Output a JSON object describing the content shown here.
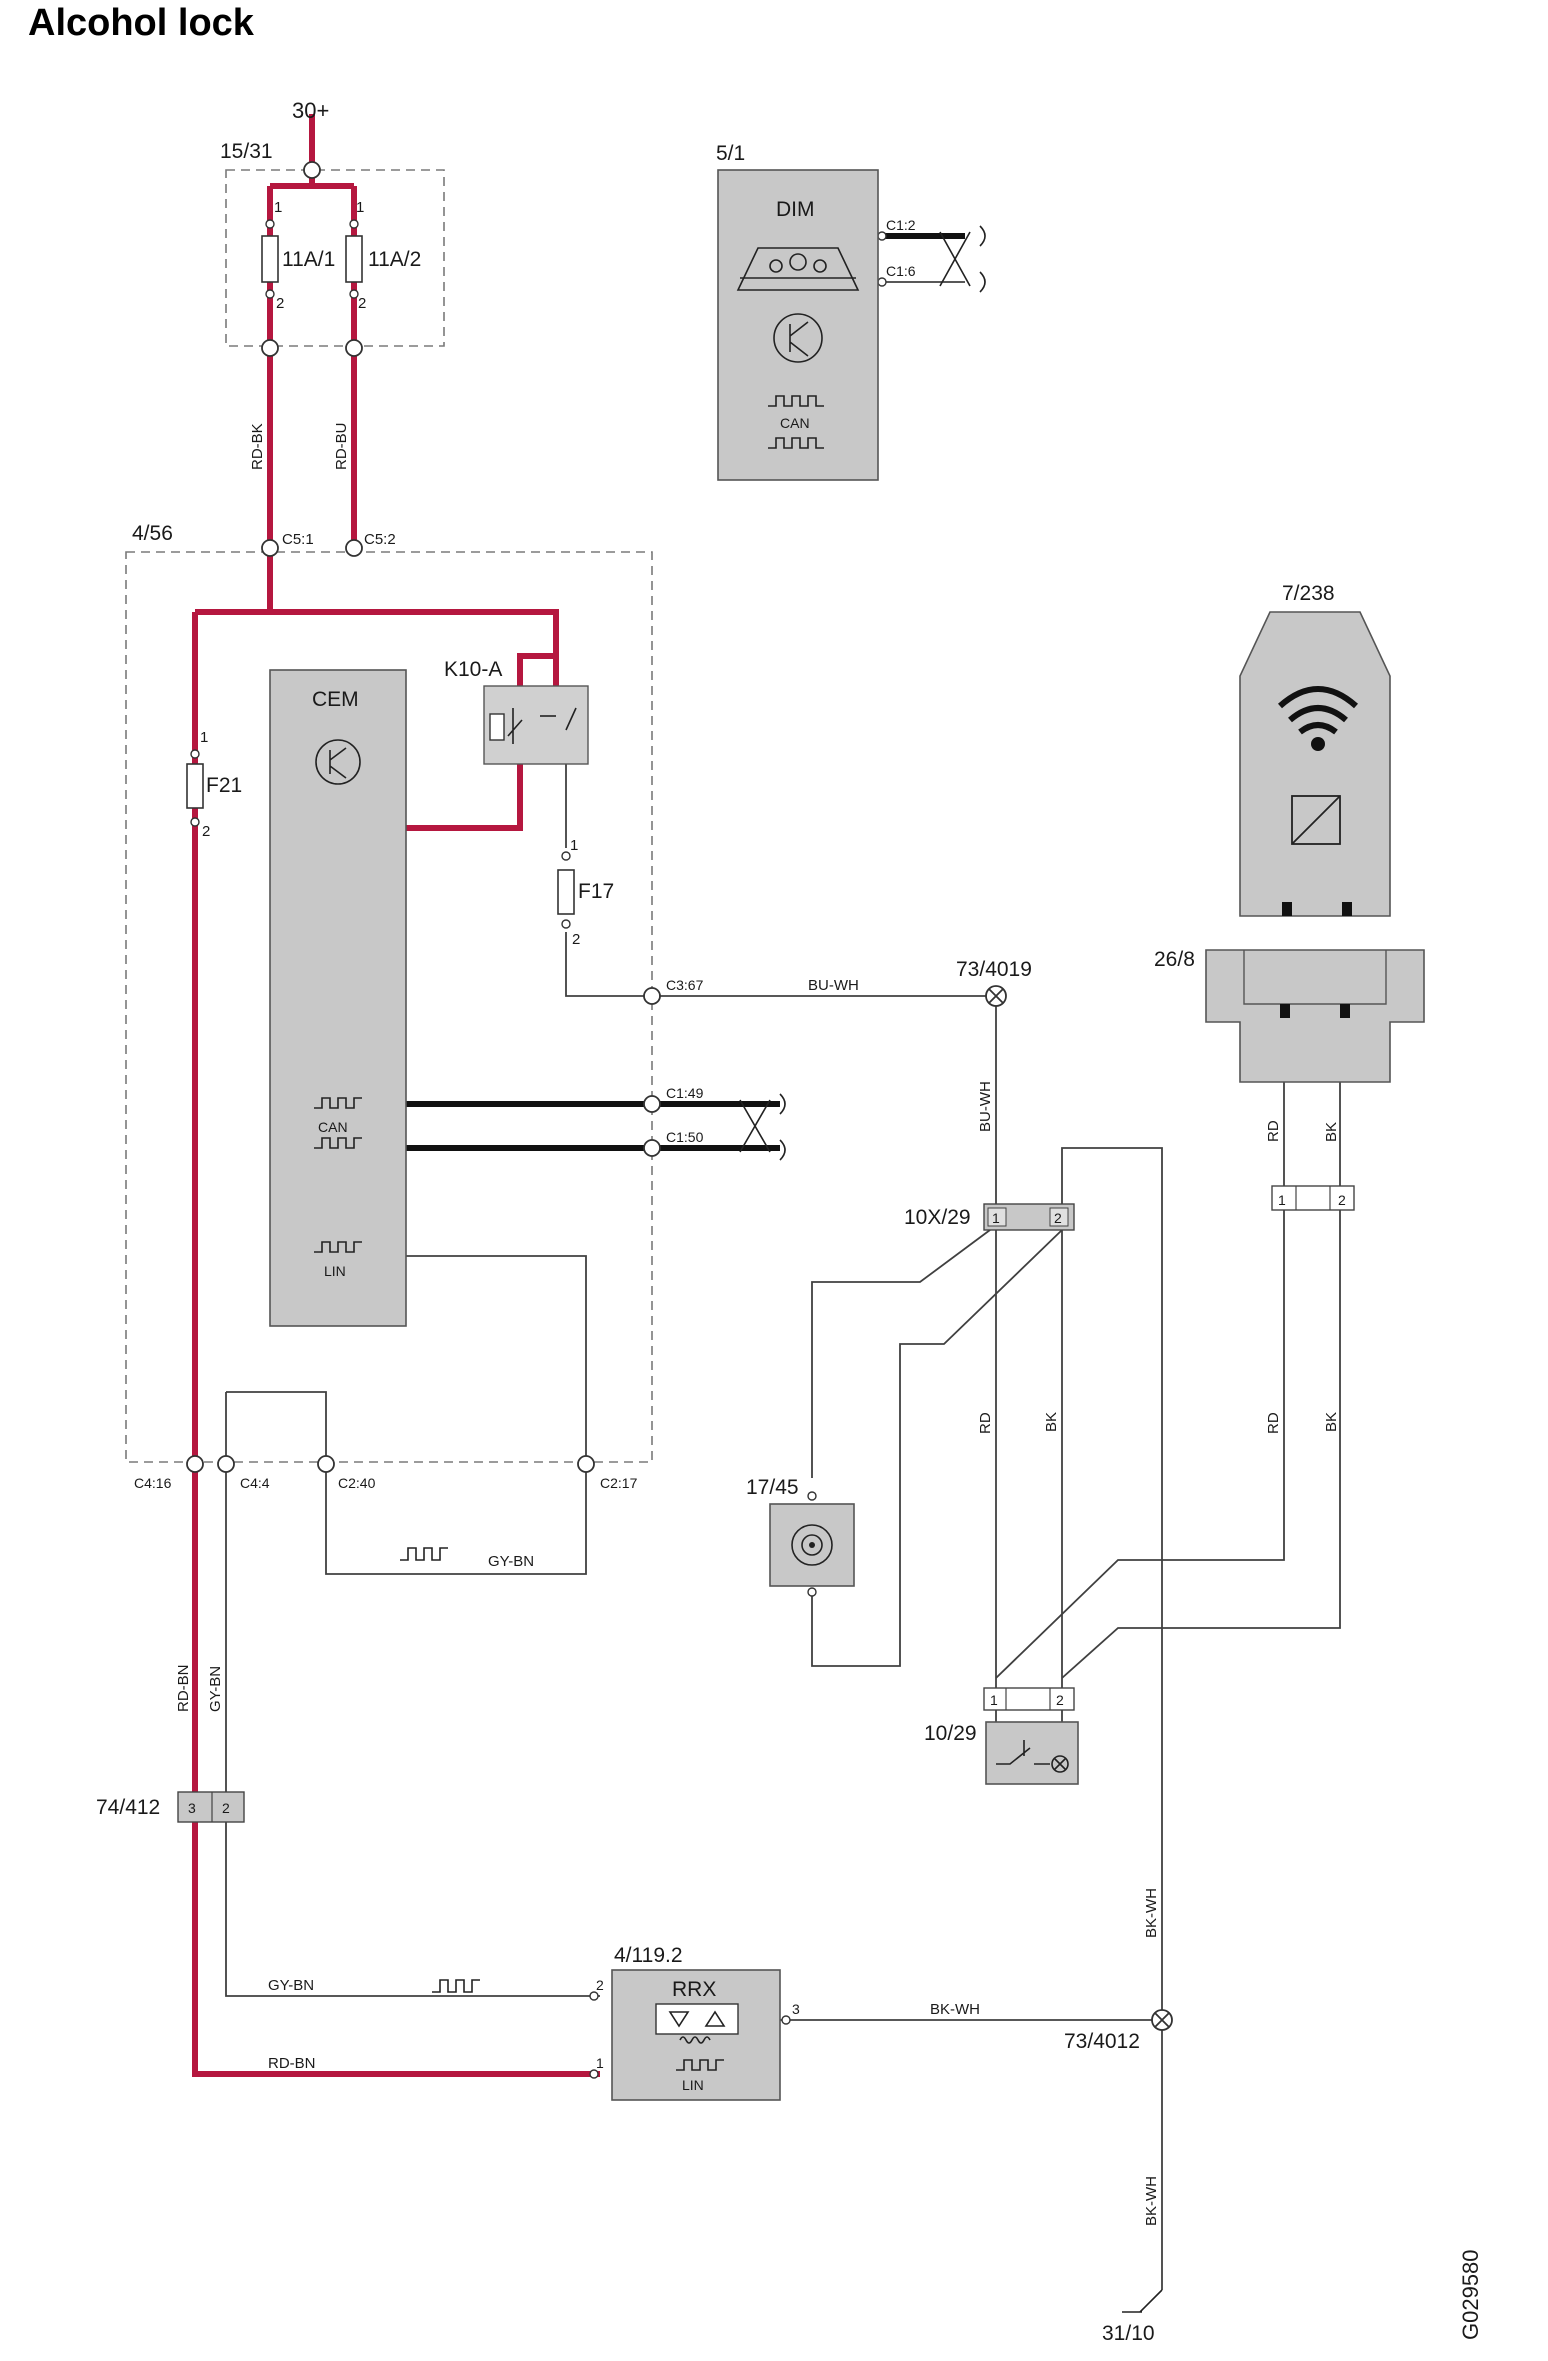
{
  "title": "Alcohol lock",
  "figure_id": "G029580",
  "colors": {
    "power_wire": "#b5173f",
    "signal_wire": "#404040",
    "component_fill": "#c8c8c8",
    "component_stroke": "#555555",
    "boundary": "#7a7a7a"
  },
  "icons": [
    "transistor-icon",
    "can-bus-icon",
    "lin-bus-icon",
    "wireless-signal-icon",
    "converter-icon",
    "gauge-cluster-icon",
    "ground-icon",
    "lamp-icon",
    "horn-icon",
    "relay-icon",
    "fuse-icon"
  ],
  "labels": {
    "supply_30": "30+",
    "fuse_box": "15/31",
    "fuse_11a1": "11A/1",
    "fuse_11a2": "11A/2",
    "pin_1a": "1",
    "pin_1b": "1",
    "pin_2a": "2",
    "pin_2b": "2",
    "wire_rd_bk": "RD-BK",
    "wire_rd_bu": "RD-BU",
    "dim_ref": "5/1",
    "dim_name": "DIM",
    "dim_c12": "C1:2",
    "dim_c16": "C1:6",
    "dim_can": "CAN",
    "cem_ref": "4/56",
    "cem_c51": "C5:1",
    "cem_c52": "C5:2",
    "cem_name": "CEM",
    "relay_name": "K10-A",
    "fuse_f21": "F21",
    "f21_pin1": "1",
    "f21_pin2": "2",
    "fuse_f17": "F17",
    "f17_pin1": "1",
    "f17_pin2": "2",
    "cem_c367": "C3:67",
    "wire_bu_wh": "BU-WH",
    "splice_4019": "73/4019",
    "cem_c149": "C1:49",
    "cem_c150": "C1:50",
    "cem_can": "CAN",
    "cem_lin": "LIN",
    "cem_c416": "C4:16",
    "cem_c44": "C4:4",
    "cem_c240": "C2:40",
    "cem_c217": "C2:17",
    "wire_gy_bn": "GY-BN",
    "wire_bu_wh_v": "BU-WH",
    "conn_10x29": "10X/29",
    "c10x29_p1": "1",
    "c10x29_p2": "2",
    "comp_17_45": "17/45",
    "wire_rd_1": "RD",
    "wire_bk_1": "BK",
    "sensor_ref": "7/238",
    "conn_26_8": "26/8",
    "wire_rd_2": "RD",
    "wire_bk_2": "BK",
    "c2_p1": "1",
    "c2_p2": "2",
    "wire_rd_3": "RD",
    "wire_bk_3": "BK",
    "c1029_p1": "1",
    "c1029_p2": "2",
    "comp_10_29": "10/29",
    "wire_rd_bn": "RD-BN",
    "wire_gy_bn_v": "GY-BN",
    "conn_74_412": "74/412",
    "c74_p3": "3",
    "c74_p2": "2",
    "rrx_ref": "4/119.2",
    "rrx_name": "RRX",
    "rrx_lin": "LIN",
    "rrx_p1": "1",
    "rrx_p2": "2",
    "rrx_p3": "3",
    "wire_gy_bn_h": "GY-BN",
    "wire_rd_bn_h": "RD-BN",
    "wire_bk_wh_h": "BK-WH",
    "wire_bk_wh_v1": "BK-WH",
    "wire_bk_wh_v2": "BK-WH",
    "splice_4012": "73/4012",
    "ground_ref": "31/10"
  }
}
